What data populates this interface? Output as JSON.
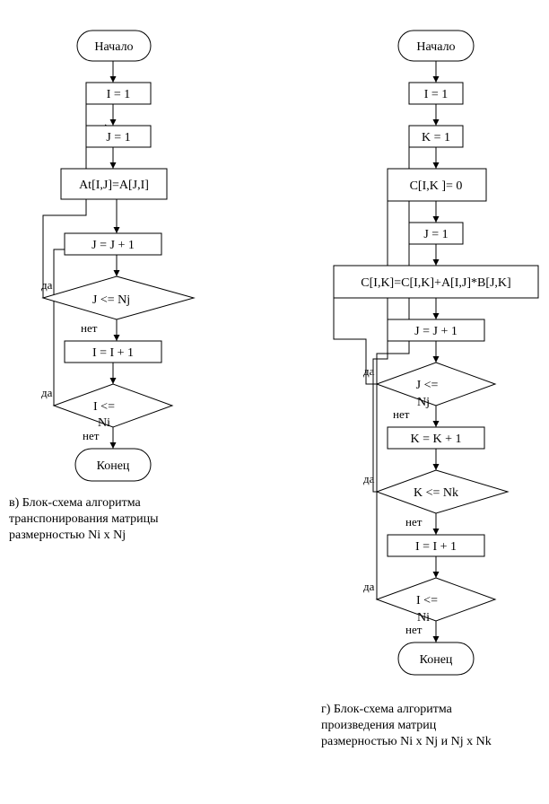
{
  "left_flowchart": {
    "start": "Начало",
    "i_init": "I = 1",
    "j_init": "J = 1",
    "assign": "At[I,J]=A[J,I]",
    "j_inc": "J = J + 1",
    "cond_j": "J <= Nj",
    "yes_j": "да",
    "no_j": "нет",
    "i_inc": "I = I + 1",
    "cond_i_1": "I <=",
    "cond_i_2": "Ni",
    "yes_i": "да",
    "no_i": "нет",
    "end": "Конец",
    "caption": [
      "в) Блок-схема алгоритма",
      "транспонирования матрицы",
      "размерностью Ni x Nj"
    ]
  },
  "right_flowchart": {
    "start": "Начало",
    "i_init": "I = 1",
    "k_init": "K = 1",
    "c_init": "C[I,K ]= 0",
    "j_init": "J = 1",
    "accumulate": "C[I,K]=C[I,K]+A[I,J]*B[J,K]",
    "j_inc": "J = J + 1",
    "cond_j_1": "J <=",
    "cond_j_2": "Nj",
    "yes_j": "да",
    "no_j": "нет",
    "k_inc": "K = K + 1",
    "cond_k": "K <= Nk",
    "yes_k": "да",
    "no_k": "нет",
    "i_inc": "I = I + 1",
    "cond_i_1": "I <=",
    "cond_i_2": "Ni",
    "yes_i": "да",
    "no_i": "нет",
    "end": "Конец",
    "caption": [
      "г) Блок-схема алгоритма",
      "произведения матриц",
      "размерностью Ni x Nj и Nj x Nk"
    ]
  }
}
